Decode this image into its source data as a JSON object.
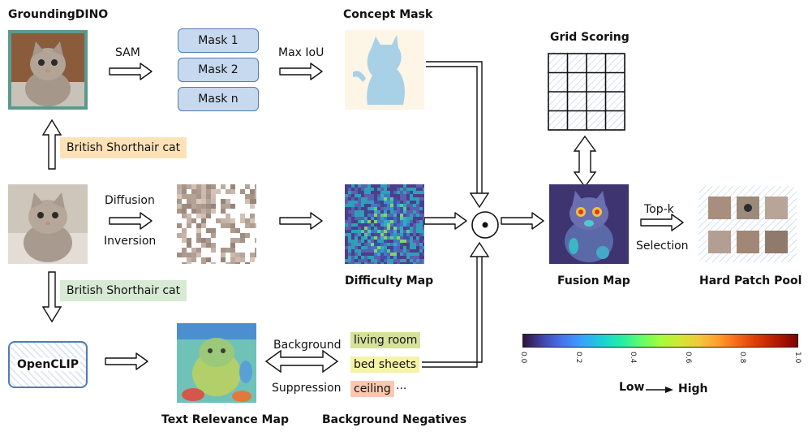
{
  "titles": {
    "grounding": "GroundingDINO",
    "concept_mask": "Concept Mask",
    "grid_scoring": "Grid Scoring",
    "difficulty_map": "Difficulty Map",
    "fusion_map": "Fusion Map",
    "hard_patch_pool": "Hard Patch Pool",
    "text_relevance_map": "Text Relevance Map",
    "background_negatives": "Background Negatives"
  },
  "arrow_labels": {
    "sam": "SAM",
    "max_iou": "Max IoU",
    "diffusion": "Diffusion",
    "inversion": "Inversion",
    "topk": "Top-k",
    "selection": "Selection",
    "background": "Background",
    "suppression": "Suppression"
  },
  "masks": [
    "Mask 1",
    "Mask 2",
    "Mask n"
  ],
  "prompts": {
    "top": "British Shorthair cat",
    "bottom": "British Shorthair cat"
  },
  "openclip": "OpenCLIP",
  "negatives": [
    "living room",
    "bed sheets",
    "ceiling"
  ],
  "negatives_ellipsis": "···",
  "fusion_operator": "⊙",
  "colorbar": {
    "ticks": [
      "0.0",
      "0.2",
      "0.4",
      "0.6",
      "0.8",
      "1.0"
    ],
    "low": "Low",
    "high": "High",
    "stops": [
      "#30123b",
      "#4145ab",
      "#4675ed",
      "#39a2fc",
      "#1bcfd4",
      "#24eca6",
      "#61fc6c",
      "#a4fc3b",
      "#d1e834",
      "#f3c63a",
      "#fe9b2d",
      "#f36315",
      "#d93806",
      "#b11901",
      "#7a0403"
    ]
  },
  "colors": {
    "mask_fill": "#c7d9ef",
    "prompt_top_bg": "#fde2b8",
    "prompt_bottom_bg": "#d6ead4",
    "concept_mask_cat": "#a8d0e6",
    "concept_mask_bg": "#fdf5e6",
    "grounding_frame": "#5a9a8e"
  }
}
